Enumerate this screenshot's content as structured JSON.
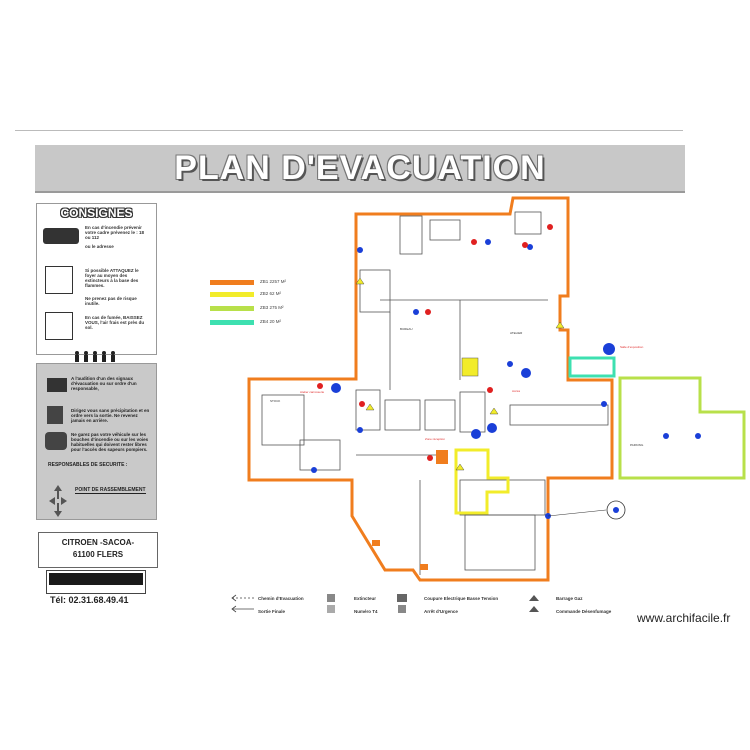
{
  "title": "PLAN D'EVACUATION",
  "consignes": {
    "heading": "CONSIGNES",
    "fire_text": "En cas d'incendie prévenir votre cadre prévenez le : 18 ou 112",
    "fire_text2": "ou le adresse",
    "attack_text": "Si possible ATTAQUEZ le foyer au moyen des extincteurs à la base des flammes.",
    "risk_text": "Ne prenez pas de risque inutile.",
    "smoke_text": "En cas de fumée, BAISSEZ VOUS, l'air frais est près du sol."
  },
  "evac_panel": {
    "signal_text": "A l'audition d'un des signaux d'évacuation ou sur ordre d'un responsable,",
    "direct_text": "Dirigez vous sans précipitation et en ordre vers la sortie. Ne revenez jamais en arrière.",
    "vehicle_text": "Ne garez pas votre véhicule sur les bouches d'incendie ou sur les voies habituelles qui doivent rester libres pour l'accès des sapeurs pompiers.",
    "responsables": "RESPONSABLES DE SECURITE :",
    "point": "POINT DE RASSEMBLEMENT"
  },
  "company": {
    "name": "CITROEN -SACOA-",
    "city": "61100 FLERS",
    "phone": "Tél: 02.31.68.49.41"
  },
  "zones": [
    {
      "label": "ZB1 2257 M²",
      "color": "#f07d1e"
    },
    {
      "label": "ZB2 62 M²",
      "color": "#f2ec2a"
    },
    {
      "label": "ZB3 275 M²",
      "color": "#b8e04a"
    },
    {
      "label": "ZB4 20 M²",
      "color": "#3de0b0"
    }
  ],
  "legend": {
    "chemin": "Chemin d'Evacuation",
    "sortie": "Sortie Finale",
    "extincteur": "Extincteur",
    "numero": "Numéro T4",
    "coupure": "Coupure Electrique Basse Tension",
    "arret": "Arrêt d'Urgence",
    "barrage": "Barrage Gaz",
    "commande": "Commande Désenfumage"
  },
  "watermark": "www.archifacile.fr",
  "colors": {
    "orange": "#f07d1e",
    "yellow": "#f2ec2a",
    "green": "#b8e04a",
    "teal": "#3de0b0",
    "blue": "#1a3fd8",
    "red": "#e02020"
  }
}
